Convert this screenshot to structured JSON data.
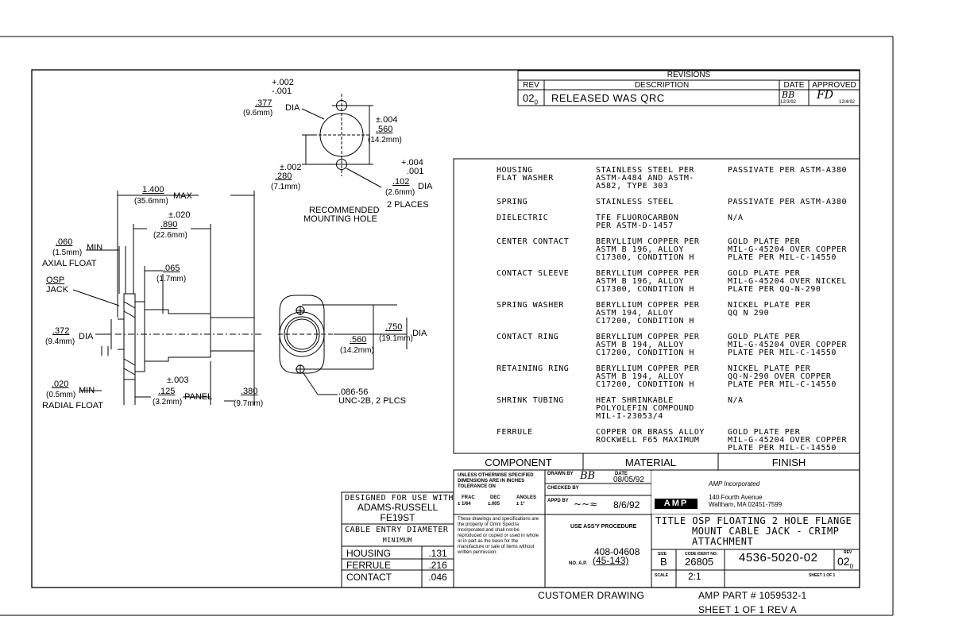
{
  "revisions": {
    "header": "REVISIONS",
    "col_rev": "REV",
    "col_description": "DESCRIPTION",
    "col_date": "DATE",
    "col_approved": "APPROVED",
    "row": {
      "rev": "02",
      "rev_sub": "0",
      "description": "RELEASED WAS QRC",
      "date": "12/3/92",
      "approved_date": "12/4/92"
    }
  },
  "bom": {
    "header_component": "COMPONENT",
    "header_material": "MATERIAL",
    "header_finish": "FINISH",
    "rows": [
      {
        "component": "HOUSING\nFLAT WASHER",
        "material": "STAINLESS STEEL PER\nASTM-A484 AND ASTM-\nA582, TYPE 303",
        "finish": "PASSIVATE PER ASTM-A380"
      },
      {
        "component": "SPRING",
        "material": "STAINLESS STEEL",
        "finish": "PASSIVATE PER ASTM-A380"
      },
      {
        "component": "DIELECTRIC",
        "material": "TFE FLUOROCARBON\nPER ASTM-D-1457",
        "finish": "N/A"
      },
      {
        "component": "CENTER CONTACT",
        "material": "BERYLLIUM COPPER PER\nASTM B 196, ALLOY\nC17300, CONDITION H",
        "finish": "GOLD PLATE PER\nMIL-G-45204 OVER COPPER\nPLATE PER MIL-C-14550"
      },
      {
        "component": "CONTACT SLEEVE",
        "material": "BERYLLIUM COPPER PER\nASTM B 196, ALLOY\nC17300, CONDITION H",
        "finish": "GOLD PLATE PER\nMIL-G-45204 OVER NICKEL\nPLATE PER QQ-N-290"
      },
      {
        "component": "SPRING WASHER",
        "material": "BERYLLIUM COPPER PER\nASTM 194, ALLOY\nC17200, CONDITION H",
        "finish": "NICKEL PLATE PER\nQQ N 290"
      },
      {
        "component": "CONTACT RING",
        "material": "BERYLLIUM COPPER PER\nASTM B 194, ALLOY\nC17200, CONDITION H",
        "finish": "GOLD PLATE PER\nMIL-G-45204 OVER COPPER\nPLATE PER MIL-C-14550"
      },
      {
        "component": "RETAINING RING",
        "material": "BERYLLIUM COPPER PER\nASTM B 194, ALLOY\nC17200, CONDITION H",
        "finish": "NICKEL PLATE PER\nQQ-N-290 OVER COPPER\nPLATE PER MIL-C-14550"
      },
      {
        "component": "SHRINK TUBING",
        "material": "HEAT SHRINKABLE\nPOLYOLEFIN COMPOUND\nMIL-I-23053/4",
        "finish": "N/A"
      },
      {
        "component": "FERRULE",
        "material": "COPPER OR BRASS ALLOY\nROCKWELL F65 MAXIMUM",
        "finish": "GOLD PLATE PER\nMIL-G-45204 OVER COPPER\nPLATE PER MIL-C-14550"
      }
    ]
  },
  "designed_for": {
    "line1": "DESIGNED FOR USE WITH",
    "line2": "ADAMS-RUSSELL",
    "line3": "FE19ST",
    "cable_entry": "CABLE ENTRY DIAMETER",
    "minimum": "MINIMUM",
    "rows": [
      {
        "label": "HOUSING",
        "value": ".131"
      },
      {
        "label": "FERRULE",
        "value": ".216"
      },
      {
        "label": "CONTACT",
        "value": ".046"
      }
    ]
  },
  "title_block": {
    "unless": "UNLESS OTHERWISE SPECIFIED\nDIMENSIONS ARE IN INCHES\nTOLERANCE ON",
    "frac": "FRAC",
    "dec": "DEC",
    "angles": "ANGLES",
    "frac_val": "± 1/64",
    "dec_val": "±.005",
    "angles_val": "± 1°",
    "drawn_by": "DRAWN BY",
    "drawn_initials": "BB",
    "date_label": "DATE",
    "drawn_date": "08/05/92",
    "checked_by": "CHECKED BY",
    "appd_by": "APPD BY",
    "appd_date": "8/6/92",
    "company": "AMP Incorporated",
    "address1": "140 Fourth Avenue",
    "address2": "Waltham, MA 02451-7599",
    "logo": "AMP",
    "proprietary": "These drawings and specifications are the property of Omni Spectra Incorporated and shall not be reproduced or copied or used in whole or in part as the basis for the manufacture or sale of items without written permission.",
    "use_assy": "USE ASS'Y PROCEDURE",
    "procedure": "408-04608",
    "na_label": "NO. A.P.",
    "na_value": "(45-143)",
    "title_label": "TITLE",
    "title_line1": "OSP FLOATING 2 HOLE FLANGE",
    "title_line2": "MOUNT CABLE JACK - CRIMP",
    "title_line3": "ATTACHMENT",
    "size_label": "SIZE",
    "size": "B",
    "code_label": "CODE IDENT NO.",
    "code": "26805",
    "part_no": "4536-5020-02",
    "rev_label": "REV",
    "rev": "02",
    "rev_sub": "0",
    "scale_label": "SCALE",
    "scale": "2:1",
    "sheet": "SHEET 1 OF 1"
  },
  "footer": {
    "customer": "CUSTOMER DRAWING",
    "amp_part": "AMP PART # 1059532-1",
    "sheet": "SHEET 1 OF 1  REV A"
  },
  "dims": {
    "tol_top": "+.002",
    "tol_bot": "-.001",
    "hole_dia": ".377",
    "hole_dia_mm": "(9.6mm)",
    "dia": "DIA",
    "pm004": "±.004",
    "d560": ".560",
    "d560_mm": "(14.2mm)",
    "pm002": "±.002",
    "d280": ".280",
    "d280_mm": "(7.1mm)",
    "tol_p004": "+.004",
    "tol_m001": ".001",
    "d102": ".102",
    "d102_mm": "(2.6mm)",
    "two_places": "2 PLACES",
    "recommended": "RECOMMENDED",
    "mounting_hole": "MOUNTING HOLE",
    "d1400": "1.400",
    "d1400_mm": "(35.6mm)",
    "max": "MAX",
    "pm020": "±.020",
    "d890": ".890",
    "d890_mm": "(22.6mm)",
    "d060": ".060",
    "d060_mm": "(1.5mm)",
    "min": "MIN",
    "axial_float": "AXIAL FLOAT",
    "d065": ".065",
    "d065_mm": "(1.7mm)",
    "osp": "OSP",
    "jack": "JACK",
    "d372": ".372",
    "d372_mm": "(9.4mm)",
    "d020": ".020",
    "d020_mm": "(0.5mm)",
    "radial_float": "RADIAL FLOAT",
    "pm003": "±.003",
    "d125": ".125",
    "d125_mm": "(3.2mm)",
    "panel": "PANEL",
    "d380": ".380",
    "d380_mm": "(9.7mm)",
    "d560b": ".560",
    "d560b_mm": "(14.2mm)",
    "d750": ".750",
    "d750_mm": "(19.1mm)",
    "thread": ".086-56",
    "thread2": "UNC-2B, 2 PLCS"
  }
}
